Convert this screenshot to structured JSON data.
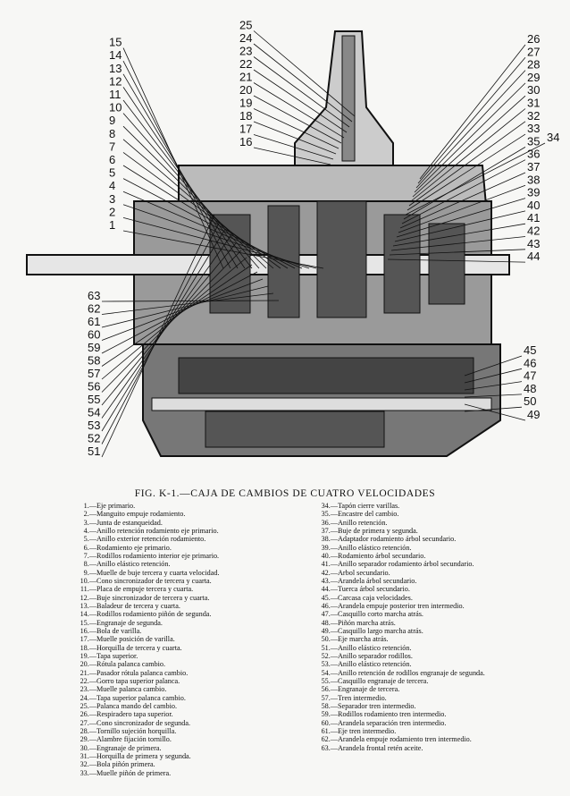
{
  "figure": {
    "caption": "FIG. K-1.—CAJA DE CAMBIOS DE CUATRO VELOCIDADES"
  },
  "legend_left": [
    {
      "num": "1.—",
      "text": "Eje primario."
    },
    {
      "num": "2.—",
      "text": "Manguito empuje rodamiento."
    },
    {
      "num": "3.—",
      "text": "Junta de estanqueidad."
    },
    {
      "num": "4.—",
      "text": "Anillo retención rodamiento eje primario."
    },
    {
      "num": "5.—",
      "text": "Anillo exterior retención rodamiento."
    },
    {
      "num": "6.—",
      "text": "Rodamiento eje primario."
    },
    {
      "num": "7.—",
      "text": "Rodillos rodamiento interior eje primario."
    },
    {
      "num": "8.—",
      "text": "Anillo elástico retención."
    },
    {
      "num": "9.—",
      "text": "Muelle de buje tercera y cuarta velocidad."
    },
    {
      "num": "10.—",
      "text": "Cono sincronizador de tercera y cuarta."
    },
    {
      "num": "11.—",
      "text": "Placa de empuje tercera y cuarta."
    },
    {
      "num": "12.—",
      "text": "Buje sincronizador de tercera y cuarta."
    },
    {
      "num": "13.—",
      "text": "Baladeur de tercera y cuarta."
    },
    {
      "num": "14.—",
      "text": "Rodillos rodamiento piñón de segunda."
    },
    {
      "num": "15.—",
      "text": "Engranaje de segunda."
    },
    {
      "num": "16.—",
      "text": "Bola de varilla."
    },
    {
      "num": "17.—",
      "text": "Muelle posición de varilla."
    },
    {
      "num": "18.—",
      "text": "Horquilla de tercera y cuarta."
    },
    {
      "num": "19.—",
      "text": "Tapa superior."
    },
    {
      "num": "20.—",
      "text": "Rótula palanca cambio."
    },
    {
      "num": "21.—",
      "text": "Pasador rótula palanca cambio."
    },
    {
      "num": "22.—",
      "text": "Gorro tapa superior palanca."
    },
    {
      "num": "23.—",
      "text": "Muelle palanca cambio."
    },
    {
      "num": "24.—",
      "text": "Tapa superior palanca cambio."
    },
    {
      "num": "25.—",
      "text": "Palanca mando del cambio."
    },
    {
      "num": "26.—",
      "text": "Respiradero tapa superior."
    },
    {
      "num": "27.—",
      "text": "Cono sincronizador de segunda."
    },
    {
      "num": "28.—",
      "text": "Tornillo sujeción horquilla."
    },
    {
      "num": "29.—",
      "text": "Alambre fijación tornillo."
    },
    {
      "num": "30.—",
      "text": "Engranaje de primera."
    },
    {
      "num": "31.—",
      "text": "Horquilla de primera y segunda."
    },
    {
      "num": "32.—",
      "text": "Bola piñón primera."
    },
    {
      "num": "33.—",
      "text": "Muelle piñón de primera."
    }
  ],
  "legend_right": [
    {
      "num": "34.—",
      "text": "Tapón cierre varillas."
    },
    {
      "num": "35.—",
      "text": "Encastre del cambio."
    },
    {
      "num": "36.—",
      "text": "Anillo retención."
    },
    {
      "num": "37.—",
      "text": "Buje de primera y segunda."
    },
    {
      "num": "38.—",
      "text": "Adaptador rodamiento árbol secundario."
    },
    {
      "num": "39.—",
      "text": "Anillo elástico retención."
    },
    {
      "num": "40.—",
      "text": "Rodamiento árbol secundario."
    },
    {
      "num": "41.—",
      "text": "Anillo separador rodamiento árbol secundario."
    },
    {
      "num": "42.—",
      "text": "Arbol secundario."
    },
    {
      "num": "43.—",
      "text": "Arandela árbol secundario."
    },
    {
      "num": "44.—",
      "text": "Tuerca árbol secundario."
    },
    {
      "num": "45.—",
      "text": "Carcasa caja velocidades."
    },
    {
      "num": "46.—",
      "text": "Arandela empuje posterior tren intermedio."
    },
    {
      "num": "47.—",
      "text": "Casquillo corto marcha atrás."
    },
    {
      "num": "48.—",
      "text": "Piñón marcha atrás."
    },
    {
      "num": "49.—",
      "text": "Casquillo largo marcha atrás."
    },
    {
      "num": "50.—",
      "text": "Eje marcha atrás."
    },
    {
      "num": "51.—",
      "text": "Anillo elástico retención."
    },
    {
      "num": "52.—",
      "text": "Anillo separador rodillos."
    },
    {
      "num": "53.—",
      "text": "Anillo elástico retención."
    },
    {
      "num": "54.—",
      "text": "Anillo retención de rodillos engranaje de segunda."
    },
    {
      "num": "55.—",
      "text": "Casquillo engranaje de tercera."
    },
    {
      "num": "56.—",
      "text": "Engranaje de tercera."
    },
    {
      "num": "57.—",
      "text": "Tren intermedio."
    },
    {
      "num": "58.—",
      "text": "Separador tren intermedio."
    },
    {
      "num": "59.—",
      "text": "Rodillos rodamiento tren intermedio."
    },
    {
      "num": "60.—",
      "text": "Arandela separación tren intermedio."
    },
    {
      "num": "61.—",
      "text": "Eje tren intermedio."
    },
    {
      "num": "62.—",
      "text": "Arandela empuje rodamiento tren intermedio."
    },
    {
      "num": "63.—",
      "text": "Arandela frontal retén aceite."
    }
  ],
  "callouts": [
    "1",
    "2",
    "3",
    "4",
    "5",
    "6",
    "7",
    "8",
    "9",
    "10",
    "11",
    "12",
    "13",
    "14",
    "15",
    "16",
    "17",
    "18",
    "19",
    "20",
    "21",
    "22",
    "23",
    "24",
    "25",
    "26",
    "27",
    "28",
    "29",
    "30",
    "31",
    "32",
    "33",
    "34",
    "35",
    "36",
    "37",
    "38",
    "39",
    "40",
    "41",
    "42",
    "43",
    "44",
    "45",
    "46",
    "47",
    "48",
    "49",
    "50",
    "51",
    "52",
    "53",
    "54",
    "55",
    "56",
    "57",
    "58",
    "59",
    "60",
    "61",
    "62",
    "63"
  ],
  "colors": {
    "ink": "#111111",
    "paper": "#f7f7f5"
  }
}
